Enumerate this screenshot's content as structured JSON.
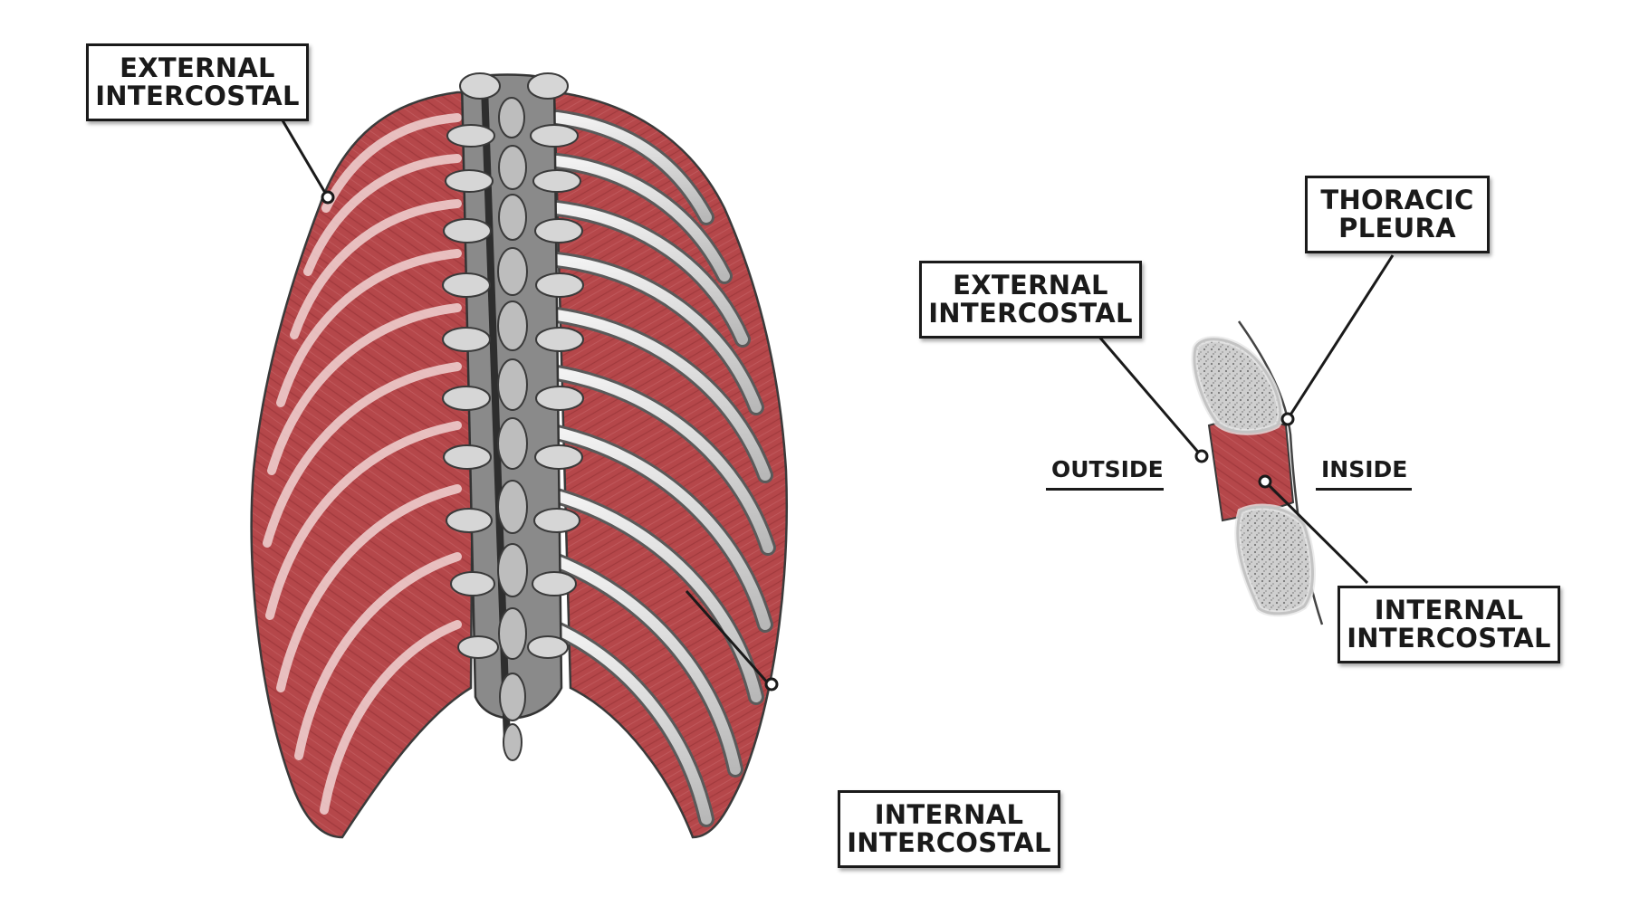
{
  "labels": {
    "left_external": [
      "EXTERNAL",
      "INTERCOSTAL"
    ],
    "left_internal": [
      "INTERNAL",
      "INTERCOSTAL"
    ],
    "right_external": [
      "EXTERNAL",
      "INTERCOSTAL"
    ],
    "right_internal": [
      "INTERNAL",
      "INTERCOSTAL"
    ],
    "thoracic_pleura": [
      "THORACIC",
      "PLEURA"
    ],
    "outside": "OUTSIDE",
    "inside": "INSIDE"
  },
  "colors": {
    "muscle": "#b5474a",
    "muscle_dark": "#8f2f33",
    "bone": "#bdbdbd",
    "bone_dark": "#5c5c5c",
    "outline": "#1a1a1a"
  }
}
